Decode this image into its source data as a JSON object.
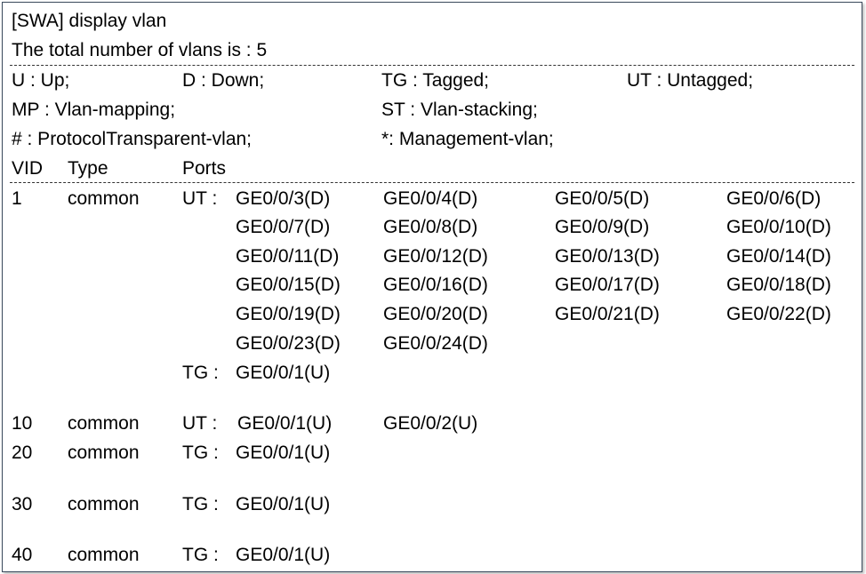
{
  "terminal": {
    "command": "[SWA] display vlan",
    "total": "The total number of vlans is : 5",
    "legend": {
      "up": "U : Up;",
      "down": "D : Down;",
      "tagged": "TG : Tagged;",
      "untagged": "UT : Untagged;",
      "mapping": "MP : Vlan-mapping;",
      "stacking": "ST : Vlan-stacking;",
      "transparent": "# : ProtocolTransparent-vlan;",
      "management": "*: Management-vlan;"
    },
    "headers": {
      "vid": "VID",
      "type": "Type",
      "ports": "Ports"
    },
    "vlans": [
      {
        "vid": "1",
        "type": "common",
        "groups": [
          {
            "mode": "UT :",
            "ports": [
              "GE0/0/3(D)",
              "GE0/0/4(D)",
              "GE0/0/5(D)",
              "GE0/0/6(D)",
              "GE0/0/7(D)",
              "GE0/0/8(D)",
              "GE0/0/9(D)",
              "GE0/0/10(D)",
              "GE0/0/11(D)",
              "GE0/0/12(D)",
              "GE0/0/13(D)",
              "GE0/0/14(D)",
              "GE0/0/15(D)",
              "GE0/0/16(D)",
              "GE0/0/17(D)",
              "GE0/0/18(D)",
              "GE0/0/19(D)",
              "GE0/0/20(D)",
              "GE0/0/21(D)",
              "GE0/0/22(D)",
              "GE0/0/23(D)",
              "GE0/0/24(D)"
            ]
          },
          {
            "mode": "TG :",
            "ports": [
              "GE0/0/1(U)"
            ]
          }
        ]
      },
      {
        "vid": "10",
        "type": "common",
        "groups": [
          {
            "mode": "UT :",
            "ports": [
              "GE0/0/1(U)",
              "GE0/0/2(U)"
            ]
          }
        ]
      },
      {
        "vid": "20",
        "type": "common",
        "groups": [
          {
            "mode": "TG :",
            "ports": [
              "GE0/0/1(U)"
            ]
          }
        ]
      },
      {
        "vid": "30",
        "type": "common",
        "groups": [
          {
            "mode": "TG :",
            "ports": [
              "GE0/0/1(U)"
            ]
          }
        ]
      },
      {
        "vid": "40",
        "type": "common",
        "groups": [
          {
            "mode": "TG :",
            "ports": [
              "GE0/0/1(U)"
            ]
          }
        ]
      }
    ]
  }
}
